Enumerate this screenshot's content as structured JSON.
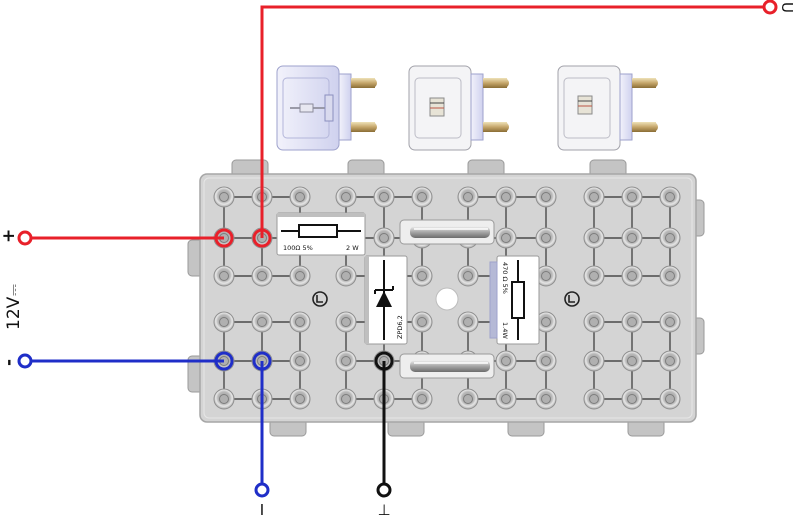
{
  "labels": {
    "terminal_u": "U",
    "terminal_i": "I",
    "terminal_ground": "⊥",
    "plus": "+",
    "minus": "-",
    "supply_voltage": "12V",
    "supply_dc_symbol": "⎓"
  },
  "components": {
    "resistor_100": {
      "value": "100Ω  5%",
      "power": "2 W"
    },
    "zener": {
      "type": "ZPD6,2"
    },
    "resistor_470": {
      "value": "470 Ω  5%",
      "power": "1.4W"
    }
  },
  "colors": {
    "wire_red": "#e8202a",
    "wire_blue": "#1f2ec8",
    "wire_black": "#111111",
    "board": "#d4d4d4",
    "socket": "#c7c7c7"
  },
  "icons": {
    "board_logo": "leybold-logo-icon",
    "fuse_plug": "fuse-plug-icon",
    "socket": "socket-icon"
  }
}
